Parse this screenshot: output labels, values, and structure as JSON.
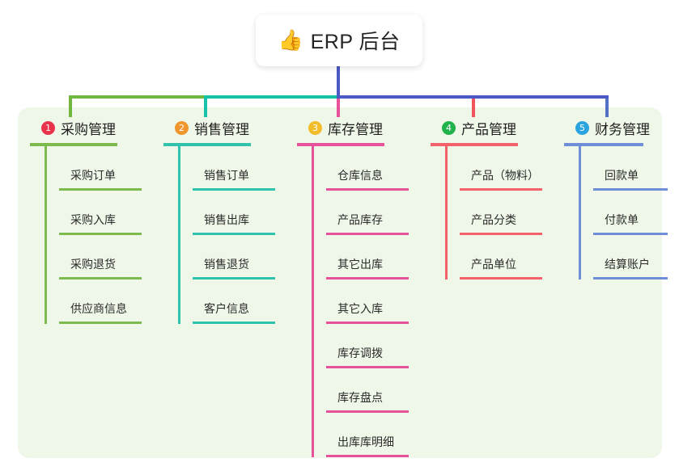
{
  "root": {
    "icon": "thumbs-up-icon",
    "icon_glyph": "👍",
    "label": "ERP 后台"
  },
  "panel": {
    "background_color": "#eff7e9"
  },
  "connectors": [
    {
      "name": "root-stem",
      "color": "#4a59c4"
    },
    {
      "name": "branch-bar-green",
      "color": "#72b83f"
    },
    {
      "name": "branch-bar-teal",
      "color": "#16c3a8"
    },
    {
      "name": "branch-bar-blue",
      "color": "#4a59c4"
    },
    {
      "name": "stem-1",
      "color": "#72b83f"
    },
    {
      "name": "stem-2",
      "color": "#16c3a8"
    },
    {
      "name": "stem-3",
      "color": "#e8529b"
    },
    {
      "name": "stem-4",
      "color": "#f1545c"
    },
    {
      "name": "stem-5",
      "color": "#5470c6"
    }
  ],
  "columns": [
    {
      "index": "1",
      "badge_number": "1",
      "badge_color": "#e8334a",
      "line_color": "#7cba4e",
      "title": "采购管理",
      "children": [
        "采购订单",
        "采购入库",
        "采购退货",
        "供应商信息"
      ]
    },
    {
      "index": "2",
      "badge_number": "2",
      "badge_color": "#f0962d",
      "line_color": "#2fc3ad",
      "title": "销售管理",
      "children": [
        "销售订单",
        "销售出库",
        "销售退货",
        "客户信息"
      ]
    },
    {
      "index": "3",
      "badge_number": "3",
      "badge_color": "#f3bc2b",
      "line_color": "#e8529b",
      "title": "库存管理",
      "children": [
        "仓库信息",
        "产品库存",
        "其它出库",
        "其它入库",
        "库存调拨",
        "库存盘点",
        "出库库明细"
      ]
    },
    {
      "index": "4",
      "badge_number": "4",
      "badge_color": "#22b24c",
      "line_color": "#f4616a",
      "title": "产品管理",
      "children": [
        "产品（物料）",
        "产品分类",
        "产品单位"
      ]
    },
    {
      "index": "5",
      "badge_number": "5",
      "badge_color": "#29a4e0",
      "line_color": "#6f8ed8",
      "title": "财务管理",
      "children": [
        "回款单",
        "付款单",
        "结算账户"
      ]
    }
  ]
}
